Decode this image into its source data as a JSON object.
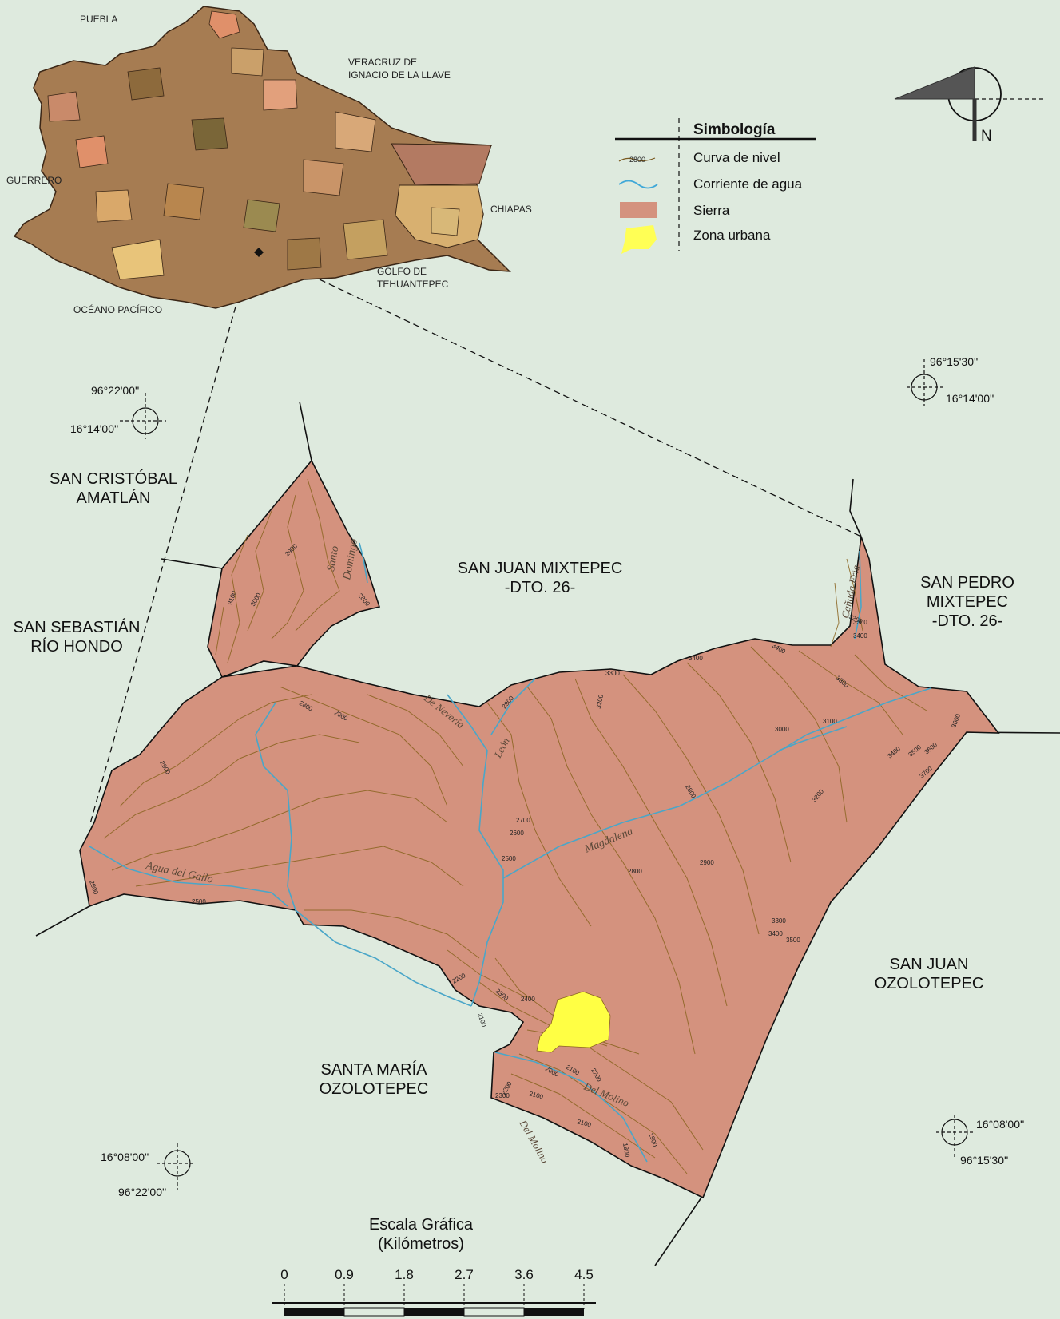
{
  "inset": {
    "neighbors": [
      "PUEBLA",
      "VERACRUZ DE",
      "IGNACIO DE LA LLAVE",
      "GUERRERO",
      "CHIAPAS",
      "GOLFO DE",
      "TEHUANTEPEC",
      "OCÉANO PACÍFICO"
    ]
  },
  "legend": {
    "title": "Simbología",
    "contour_sample": "2800",
    "items": [
      "Curva de nivel",
      "Corriente de agua",
      "Sierra",
      "Zona urbana"
    ]
  },
  "north": {
    "label": "N"
  },
  "coords": {
    "nw_lon": "96°22'00''",
    "nw_lat": "16°14'00''",
    "ne_lon": "96°15'30''",
    "ne_lat": "16°14'00''",
    "se_lat": "16°08'00''",
    "se_lon": "96°15'30''",
    "sw_lat": "16°08'00''",
    "sw_lon": "96°22'00''"
  },
  "municipalities": {
    "san_cristobal": [
      "SAN CRISTÓBAL",
      "AMATLÁN"
    ],
    "san_sebastian": [
      "SAN SEBASTIÁN",
      "RÍO HONDO"
    ],
    "san_juan_mixtepec": [
      "SAN JUAN MIXTEPEC",
      "-DTO. 26-"
    ],
    "san_pedro_mixtepec": [
      "SAN PEDRO",
      "MIXTEPEC",
      "-DTO. 26-"
    ],
    "san_juan_ozolotepec": [
      "SAN JUAN",
      "OZOLOTEPEC"
    ],
    "santa_maria_ozolotepec": [
      "SANTA MARÍA",
      "OZOLOTEPEC"
    ]
  },
  "rivers": [
    "Santo",
    "Domingo",
    "De Nevería",
    "León",
    "Agua del Gallo",
    "Magdalena",
    "Del Molino",
    "Del Molino",
    "Cañada Fría"
  ],
  "contour_labels": [
    "2900",
    "2800",
    "3100",
    "3000",
    "2800",
    "2900",
    "2900",
    "3300",
    "3200",
    "3400",
    "3400",
    "3300",
    "3000",
    "3100",
    "3200",
    "3300",
    "3400",
    "3400",
    "3500",
    "3600",
    "3600",
    "3700",
    "2800",
    "3200",
    "2700",
    "2600",
    "2500",
    "2800",
    "2900",
    "2800",
    "2500",
    "3300",
    "3400",
    "3500",
    "2200",
    "2300",
    "2400",
    "2100",
    "2000",
    "2100",
    "2200",
    "2200",
    "2300",
    "2100",
    "2100",
    "1800",
    "1900",
    "2900"
  ],
  "scale": {
    "title": "Escala Gráfica",
    "unit": "(Kilómetros)",
    "ticks": [
      "0",
      "0.9",
      "1.8",
      "2.7",
      "3.6",
      "4.5"
    ]
  }
}
